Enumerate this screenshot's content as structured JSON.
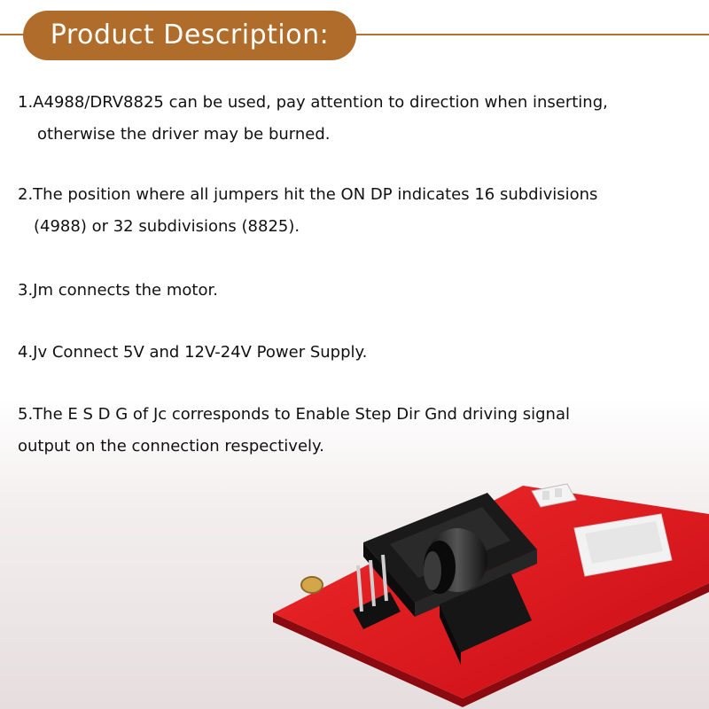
{
  "header": {
    "title": "Product Description:"
  },
  "items": [
    {
      "line1": "1.A4988/DRV8825 can be used, pay attention to direction when inserting,",
      "line2": "otherwise the driver may be burned."
    },
    {
      "line1": "2.The position where all jumpers hit the ON DP indicates 16 subdivisions",
      "line2": "(4988) or 32 subdivisions (8825)."
    },
    {
      "line1": "3.Jm connects the motor."
    },
    {
      "line1": "4.Jv Connect 5V and 12V-24V Power Supply."
    },
    {
      "line1": "5.The E S D G of Jc corresponds to Enable Step Dir Gnd driving signal",
      "line2": "output on the connection respectively."
    }
  ],
  "colors": {
    "accent": "#b06c2a",
    "board": "#e0121e",
    "text": "#111111"
  }
}
